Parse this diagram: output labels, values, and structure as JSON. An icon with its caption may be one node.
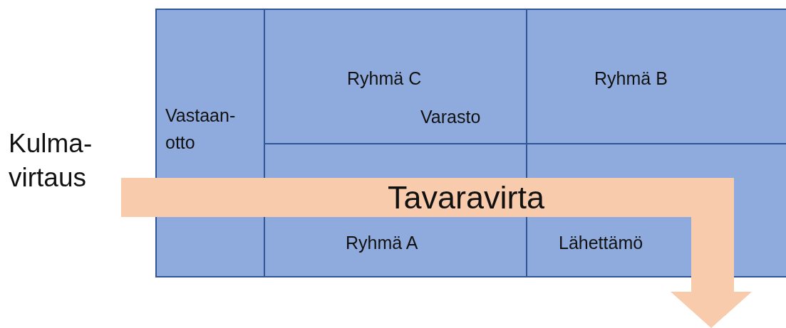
{
  "diagram": {
    "nodes": [
      {
        "text": [
          "Vastaan- otto"
        ]
      },
      {
        "text": [
          "Ryhmä C"
        ]
      },
      {
        "text": [
          "Ryhmä B"
        ]
      },
      {
        "text": [
          "Ryhmä A"
        ]
      },
      {
        "text": [
          "Lähettämö"
        ]
      },
      {
        "text": [
          "Tavaravirta"
        ]
      }
    ],
    "labels": [
      "Varasto",
      "Kulma- virtaus"
    ]
  }
}
